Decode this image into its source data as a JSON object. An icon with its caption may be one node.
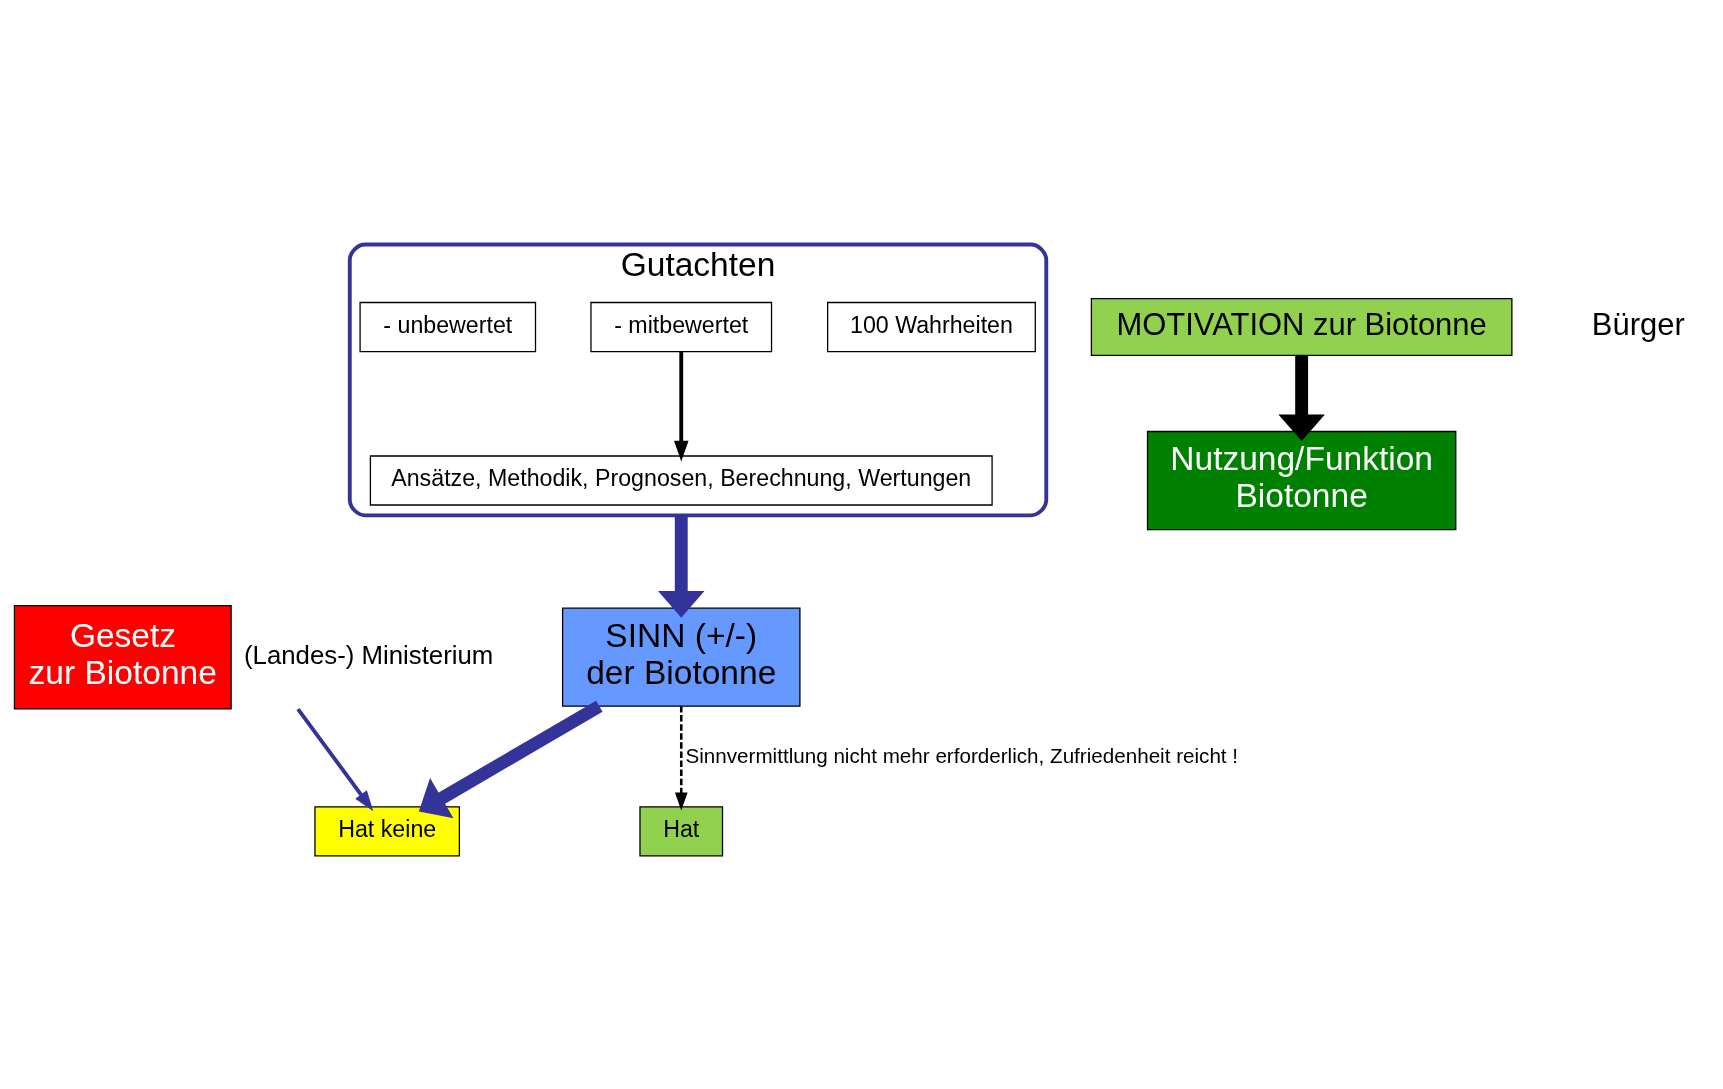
{
  "diagram": {
    "nodes": [
      {
        "text": [
          "Gutachten"
        ]
      },
      {
        "text": [
          "Ansätze, Methodik, Prognosen, Berechnung, Wertungen"
        ],
        "in": 0
      },
      {
        "text": [
          "100 Wahrheiten"
        ],
        "in": 0
      },
      {
        "text": [
          "- mitbewertet"
        ],
        "in": 0
      },
      {
        "text": [
          "- unbewertet"
        ],
        "in": 0
      },
      {
        "text": [
          "SINN (+/-)",
          "der Biotonne"
        ]
      },
      {
        "text": [
          "Hat"
        ]
      },
      {
        "text": [
          "Hat keine"
        ]
      },
      {
        "text": [
          "MOTIVATION zur Biotonne"
        ]
      },
      {
        "text": [
          "Gesetz",
          "zur Biotonne"
        ],
        "beside": [
          "(Landes-) Ministerium"
        ]
      },
      {
        "text": [
          "Nutzung/Funktion",
          "Biotonne"
        ]
      }
    ],
    "edges": [
      {
        "from": 0,
        "to": 5,
        "arrow": "to",
        "style": "thick",
        "color": "#333399"
      },
      {
        "from": 3,
        "to": 1,
        "arrow": "to",
        "color": "#000000"
      },
      {
        "from": 5,
        "to": 7,
        "arrow": "to",
        "style": "thick",
        "color": "#333399"
      },
      {
        "from": 5,
        "to": 6,
        "arrow": "to",
        "style": "dashed",
        "label": "Sinnvermittlung nicht mehr erforderlich, Zufriedenheit reicht !",
        "color": "#000000"
      },
      {
        "from": 9,
        "to": 7,
        "arrow": "to",
        "color": "#333399"
      },
      {
        "from": 8,
        "to": 10,
        "arrow": "to",
        "style": "thick",
        "color": "#000000"
      }
    ],
    "labels": [
      "Bürger"
    ]
  }
}
